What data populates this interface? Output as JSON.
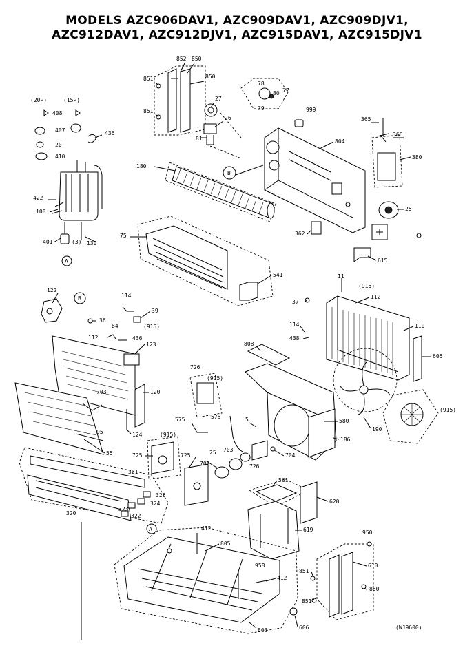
{
  "title_line_1": "MODELS AZC906DAV1, AZC909DAV1, AZC909DJV1,",
  "title_line_2": "AZC912DAV1, AZC912DJV1, AZC915DAV1, AZC915DJV1",
  "diagram_code": "(WJ9600)",
  "callouts": {
    "A": "A",
    "B": "B"
  },
  "part_labels": {
    "p20p": "(20P)",
    "p15p": "(15P)",
    "p408": "408",
    "p407": "407",
    "p20": "20",
    "p410": "410",
    "p436a": "436",
    "p422": "422",
    "p100": "100",
    "p401": "401",
    "p3": "(3)",
    "p130": "130",
    "p852": "852",
    "p850a": "850",
    "p850b": "850",
    "p851a": "851",
    "p851b": "851",
    "p27": "27",
    "p26": "26",
    "p81": "81",
    "p78": "78",
    "p80": "80",
    "p77": "77",
    "p79": "79",
    "p999": "999",
    "p365": "365",
    "p366": "366",
    "p380": "380",
    "p804": "804",
    "p180": "180",
    "p25a": "25",
    "p362": "362",
    "p615": "615",
    "p75": "75",
    "p541": "541",
    "p122": "122",
    "p114a": "114",
    "p36": "36",
    "p39": "39",
    "p915a": "(915)",
    "p84": "84",
    "p436b": "436",
    "p123": "123",
    "p112a": "112",
    "p120": "120",
    "p703a": "703",
    "p95": "95",
    "p124": "124",
    "p55": "55",
    "p321": "321",
    "p325": "325",
    "p324": "324",
    "p323": "323",
    "p322": "322",
    "p320": "320",
    "p11": "11",
    "p915b": "(915)",
    "p112b": "112",
    "p37": "37",
    "p114b": "114",
    "p438": "438",
    "p110": "110",
    "p605": "605",
    "p808": "808",
    "p726": "726",
    "p915c": "(915)",
    "p575a": "575",
    "p575b": "575",
    "p5": "5",
    "p580": "580",
    "p186": "186",
    "p190": "190",
    "p915d": "(915)",
    "p915e": "(915)",
    "p725a": "725",
    "p725b": "725",
    "p25b": "25",
    "p703b": "703",
    "p702": "702",
    "p704": "704",
    "p726b": "726",
    "p561": "561",
    "p620": "620",
    "p619": "619",
    "p412a": "412",
    "p412b": "412",
    "p805": "805",
    "p950": "950",
    "p958": "958",
    "p851c": "851",
    "p851d": "851",
    "p610": "610",
    "p850c": "850",
    "p803": "803",
    "p606": "606"
  }
}
